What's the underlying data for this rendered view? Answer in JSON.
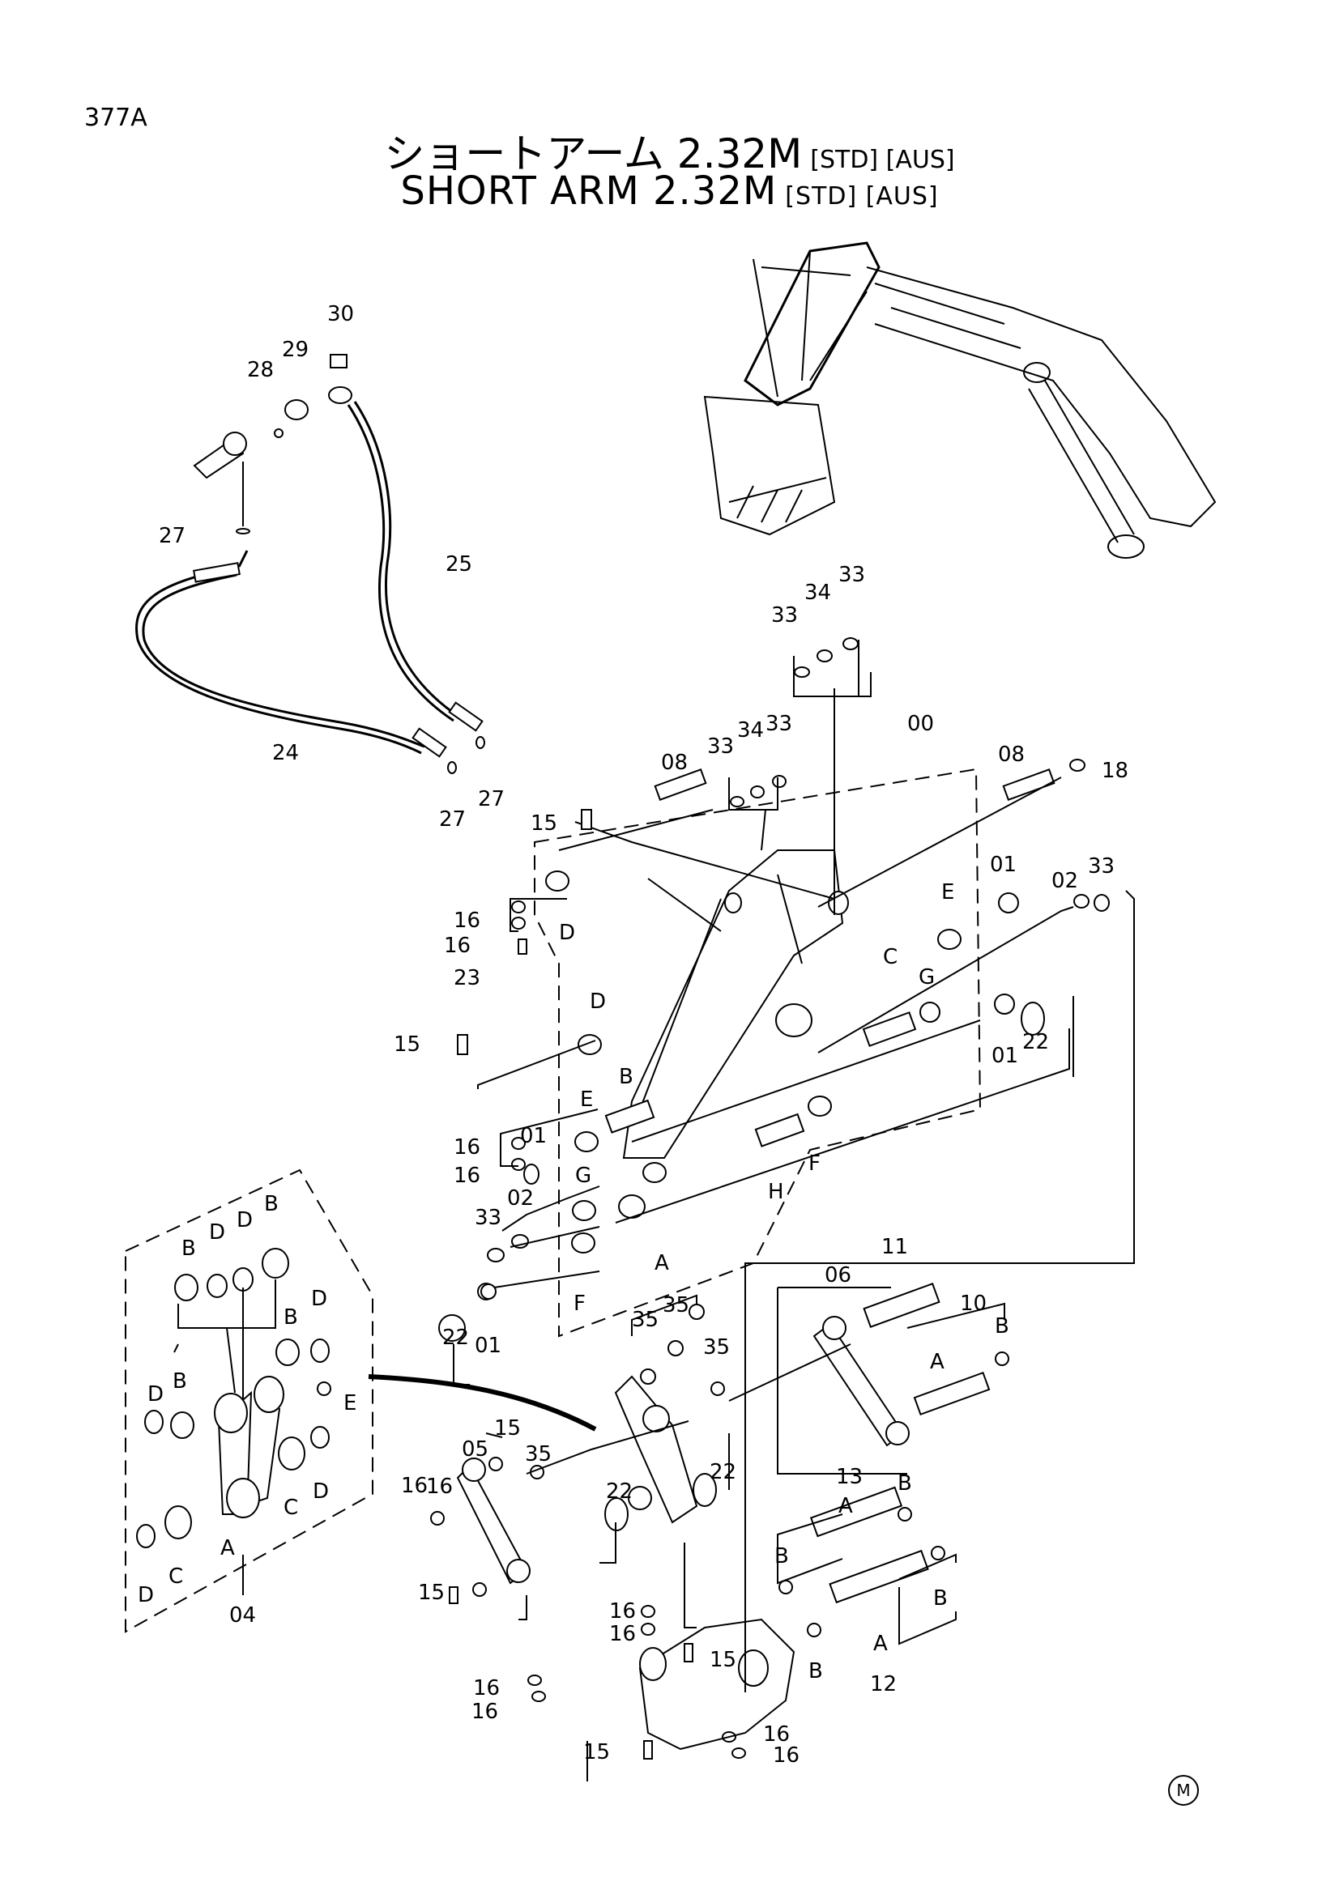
{
  "page": {
    "number": "377A",
    "mark": "M"
  },
  "title": {
    "jp": "ショートアーム 2.32M",
    "en": "SHORT ARM 2.32M",
    "tags": "[STD] [AUS]"
  },
  "callouts": [
    {
      "id": "c30",
      "text": "30"
    },
    {
      "id": "c29",
      "text": "29"
    },
    {
      "id": "c28",
      "text": "28"
    },
    {
      "id": "c27a",
      "text": "27"
    },
    {
      "id": "c25",
      "text": "25"
    },
    {
      "id": "c24",
      "text": "24"
    },
    {
      "id": "c27b",
      "text": "27"
    },
    {
      "id": "c27c",
      "text": "27"
    },
    {
      "id": "c33a",
      "text": "33"
    },
    {
      "id": "c34a",
      "text": "34"
    },
    {
      "id": "c33b",
      "text": "33"
    },
    {
      "id": "c33c",
      "text": "33"
    },
    {
      "id": "c34b",
      "text": "34"
    },
    {
      "id": "c33d",
      "text": "33"
    },
    {
      "id": "c08a",
      "text": "08"
    },
    {
      "id": "c00",
      "text": "00"
    },
    {
      "id": "c08b",
      "text": "08"
    },
    {
      "id": "c18",
      "text": "18"
    },
    {
      "id": "c15a",
      "text": "15"
    },
    {
      "id": "c16a",
      "text": "16"
    },
    {
      "id": "c16b",
      "text": "16"
    },
    {
      "id": "cDa",
      "text": "D"
    },
    {
      "id": "c23",
      "text": "23"
    },
    {
      "id": "cE1",
      "text": "E"
    },
    {
      "id": "c01a",
      "text": "01"
    },
    {
      "id": "c02a",
      "text": "02"
    },
    {
      "id": "c33e",
      "text": "33"
    },
    {
      "id": "cG1",
      "text": "G"
    },
    {
      "id": "cC1",
      "text": "C"
    },
    {
      "id": "c01b",
      "text": "01"
    },
    {
      "id": "c22a",
      "text": "22"
    },
    {
      "id": "c15b",
      "text": "15"
    },
    {
      "id": "cDb",
      "text": "D"
    },
    {
      "id": "cB1",
      "text": "B"
    },
    {
      "id": "cE2",
      "text": "E"
    },
    {
      "id": "c16c",
      "text": "16"
    },
    {
      "id": "c16d",
      "text": "16"
    },
    {
      "id": "c01c",
      "text": "01"
    },
    {
      "id": "cG2",
      "text": "G"
    },
    {
      "id": "c02b",
      "text": "02"
    },
    {
      "id": "c33f",
      "text": "33"
    },
    {
      "id": "cH",
      "text": "H"
    },
    {
      "id": "cF1",
      "text": "F"
    },
    {
      "id": "cA1",
      "text": "A"
    },
    {
      "id": "cF2",
      "text": "F"
    },
    {
      "id": "c22b",
      "text": "22"
    },
    {
      "id": "c01d",
      "text": "01"
    },
    {
      "id": "cB2",
      "text": "B"
    },
    {
      "id": "cD2",
      "text": "D"
    },
    {
      "id": "cD3",
      "text": "D"
    },
    {
      "id": "cB3",
      "text": "B"
    },
    {
      "id": "cB4",
      "text": "B"
    },
    {
      "id": "cD4",
      "text": "D"
    },
    {
      "id": "cD5",
      "text": "D"
    },
    {
      "id": "cB5",
      "text": "B"
    },
    {
      "id": "cE3",
      "text": "E"
    },
    {
      "id": "cC2",
      "text": "C"
    },
    {
      "id": "cD6",
      "text": "D"
    },
    {
      "id": "cA2",
      "text": "A"
    },
    {
      "id": "cD7",
      "text": "D"
    },
    {
      "id": "cC3",
      "text": "C"
    },
    {
      "id": "c04",
      "text": "04"
    },
    {
      "id": "c11",
      "text": "11"
    },
    {
      "id": "c06",
      "text": "06"
    },
    {
      "id": "c10",
      "text": "10"
    },
    {
      "id": "cB6",
      "text": "B"
    },
    {
      "id": "cA3",
      "text": "A"
    },
    {
      "id": "c35a",
      "text": "35"
    },
    {
      "id": "c35b",
      "text": "35"
    },
    {
      "id": "c35c",
      "text": "35"
    },
    {
      "id": "c35d",
      "text": "35"
    },
    {
      "id": "c22c",
      "text": "22"
    },
    {
      "id": "c22d",
      "text": "22"
    },
    {
      "id": "c15c",
      "text": "15"
    },
    {
      "id": "c05",
      "text": "05"
    },
    {
      "id": "c16e",
      "text": "16"
    },
    {
      "id": "c16f",
      "text": "16"
    },
    {
      "id": "c15d",
      "text": "15"
    },
    {
      "id": "c16g",
      "text": "16"
    },
    {
      "id": "c16h",
      "text": "16"
    },
    {
      "id": "c13",
      "text": "13"
    },
    {
      "id": "cB7",
      "text": "B"
    },
    {
      "id": "cA4",
      "text": "A"
    },
    {
      "id": "cB8",
      "text": "B"
    },
    {
      "id": "cB9",
      "text": "B"
    },
    {
      "id": "cB10",
      "text": "B"
    },
    {
      "id": "cA5",
      "text": "A"
    },
    {
      "id": "c12",
      "text": "12"
    },
    {
      "id": "c16i",
      "text": "16"
    },
    {
      "id": "c16j",
      "text": "16"
    },
    {
      "id": "c15e",
      "text": "15"
    },
    {
      "id": "c15f",
      "text": "15"
    },
    {
      "id": "c16k",
      "text": "16"
    },
    {
      "id": "c16l",
      "text": "16"
    }
  ]
}
